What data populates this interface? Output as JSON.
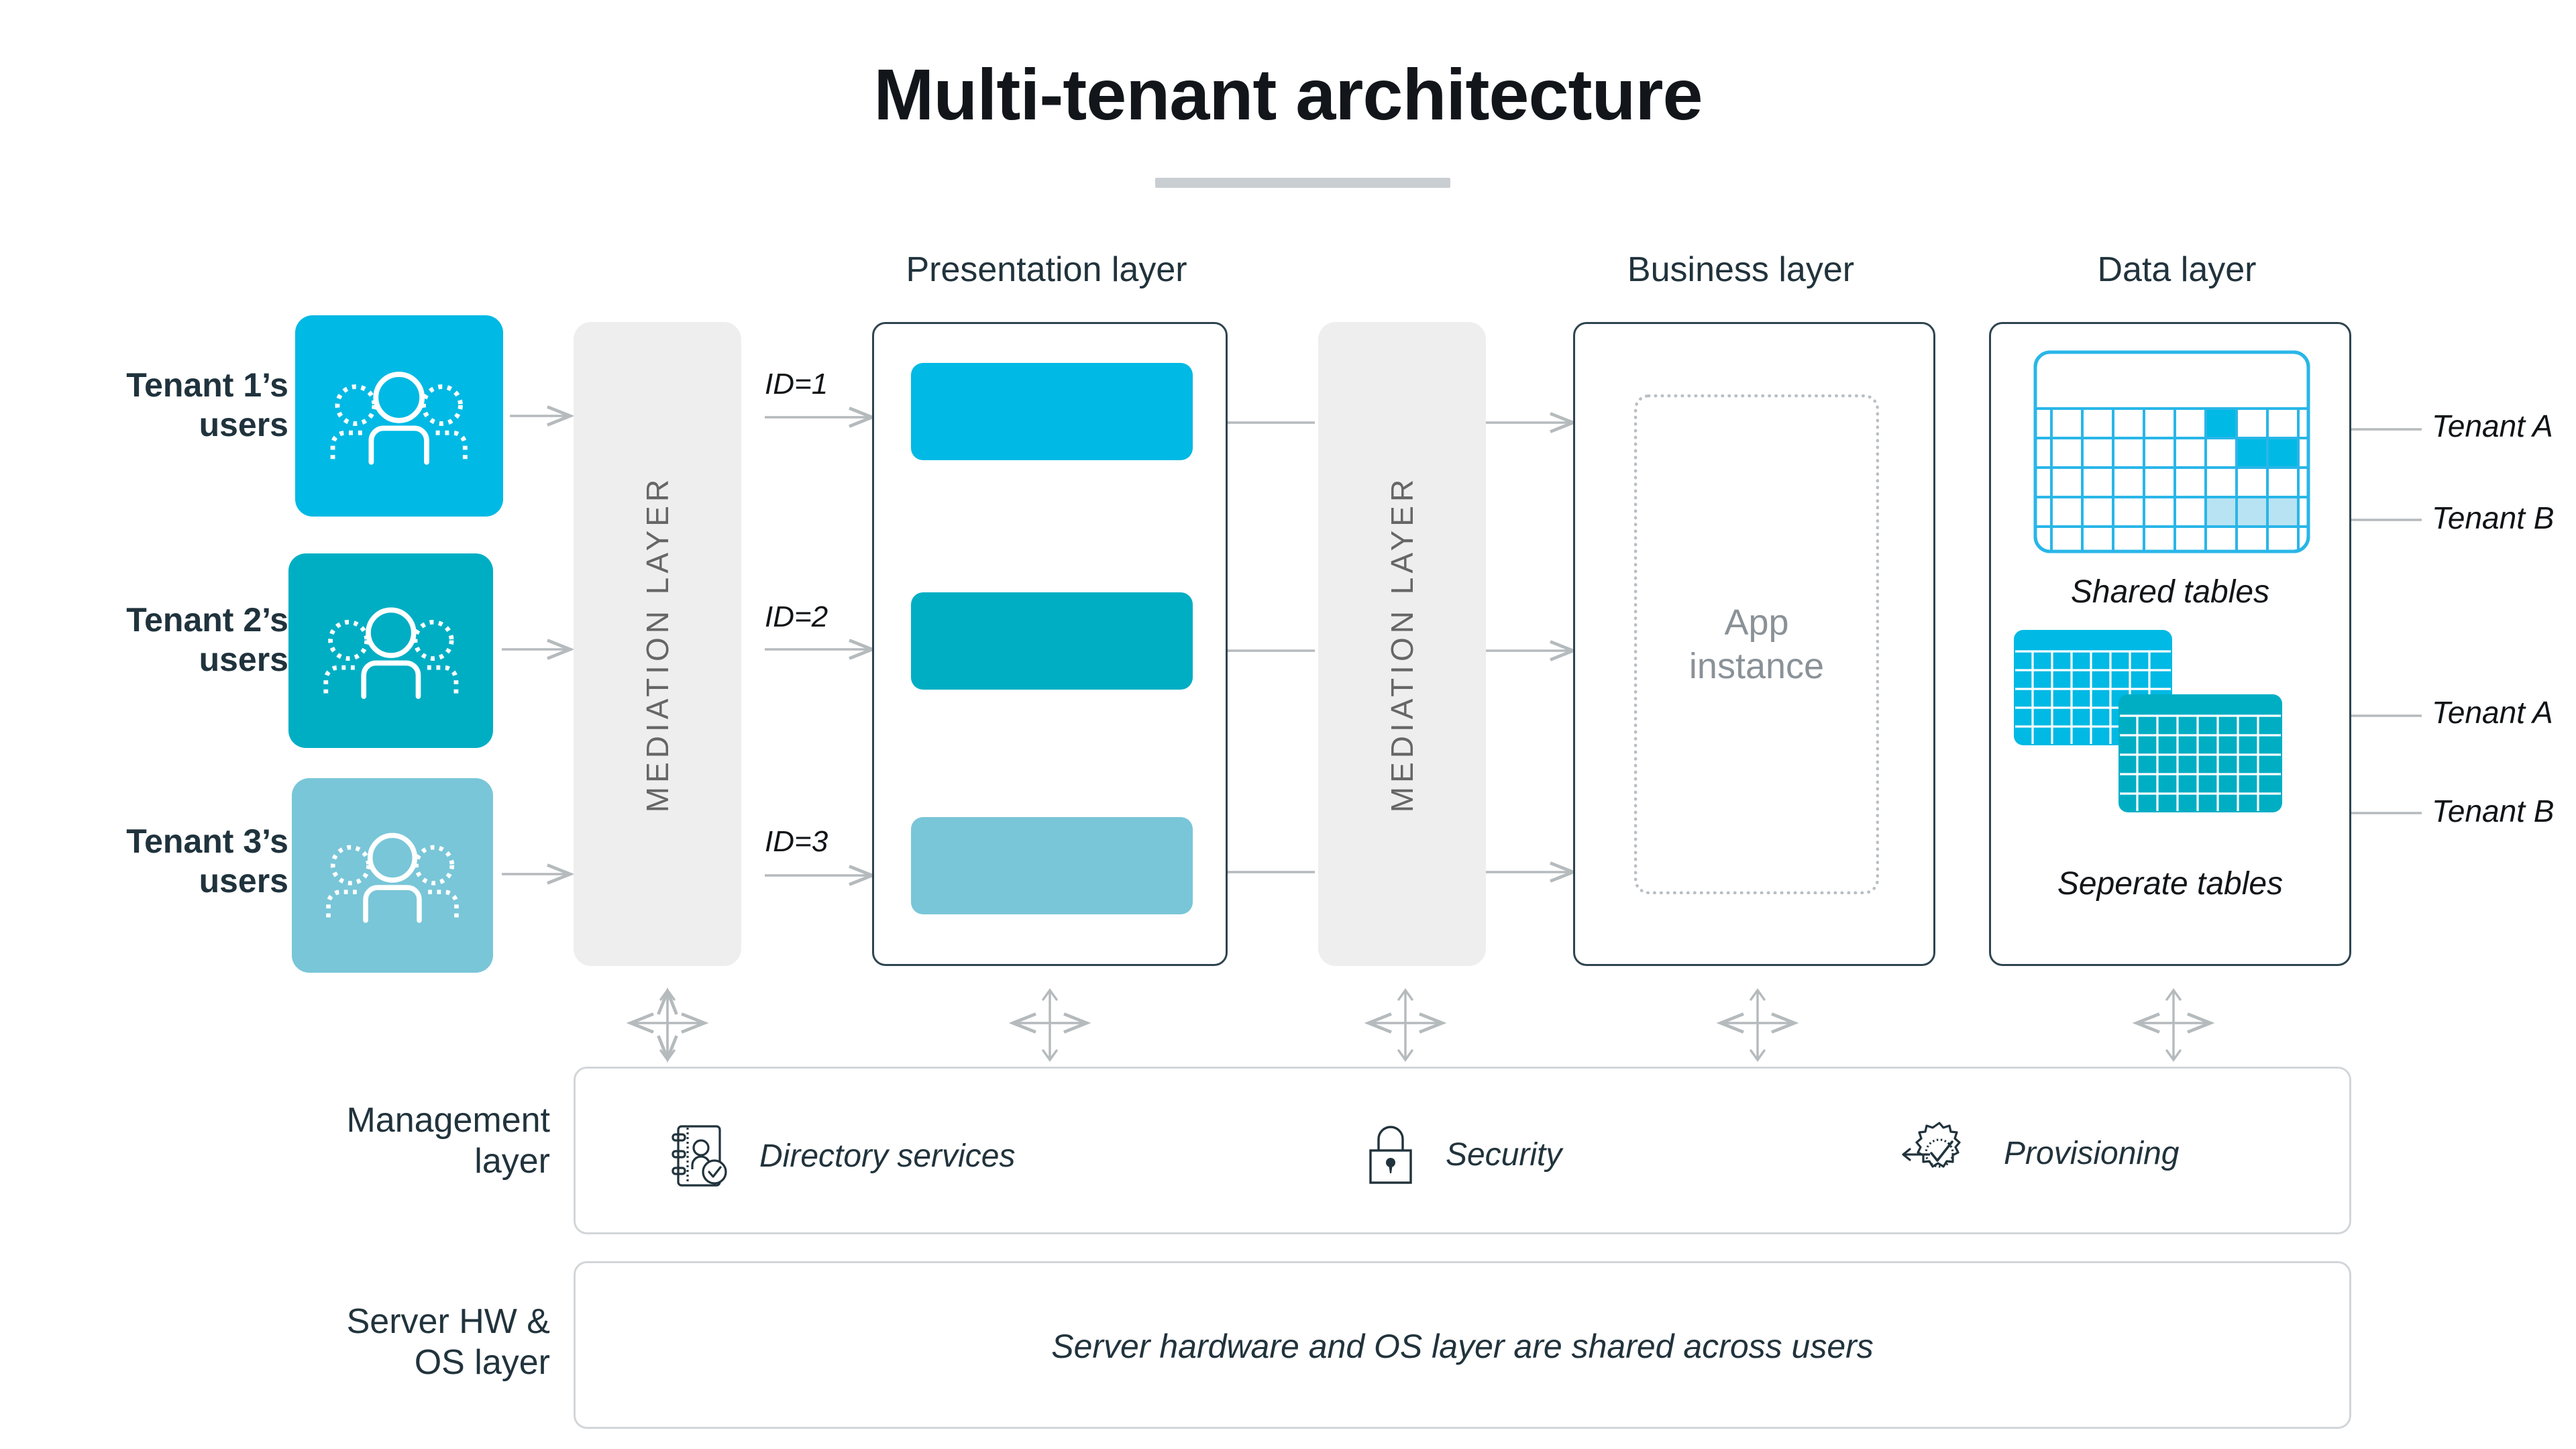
{
  "title": "Multi-tenant architecture",
  "columns": {
    "presentation": "Presentation layer",
    "business": "Business layer",
    "data": "Data layer"
  },
  "tenants": [
    {
      "label": "Tenant 1’s\nusers",
      "line1": "Tenant 1’s",
      "line2": "users",
      "color": "#00b9e4",
      "id_label": "ID=1"
    },
    {
      "label": "Tenant 2’s\nusers",
      "line1": "Tenant 2’s",
      "line2": "users",
      "color": "#00aec4",
      "id_label": "ID=2"
    },
    {
      "label": "Tenant 3’s\nusers",
      "line1": "Tenant 3’s",
      "line2": "users",
      "color": "#79c6d8",
      "id_label": "ID=3"
    }
  ],
  "mediation": {
    "first_label": "MEDIATION LAYER",
    "second_label": "MEDIATION LAYER"
  },
  "business": {
    "app_instance_line1": "App",
    "app_instance_line2": "instance",
    "app_instance": "App instance"
  },
  "data_layer": {
    "shared_caption": "Shared tables",
    "separate_caption": "Seperate tables",
    "shared_tenant_a": "Tenant A",
    "shared_tenant_b": "Tenant B",
    "separate_tenant_a": "Tenant A",
    "separate_tenant_b": "Tenant B"
  },
  "management": {
    "row_label_line1": "Management",
    "row_label_line2": "layer",
    "items": [
      {
        "icon": "address-book-check-icon",
        "label": "Directory services"
      },
      {
        "icon": "padlock-icon",
        "label": "Security"
      },
      {
        "icon": "gear-check-icon",
        "label": "Provisioning"
      }
    ]
  },
  "server": {
    "row_label_line1": "Server HW &",
    "row_label_line2": "OS layer",
    "text": "Server hardware and OS layer are shared across users"
  },
  "colors": {
    "tenant1": "#00b9e4",
    "tenant2": "#00aec4",
    "tenant3": "#79c6d8",
    "panel_border": "#2e4450",
    "mediation_bg": "#eeeeee",
    "arrow": "#b5babd",
    "text_dark": "#21333c",
    "grid_line": "#29b6e8",
    "cell_light": "#b8e3f3"
  }
}
